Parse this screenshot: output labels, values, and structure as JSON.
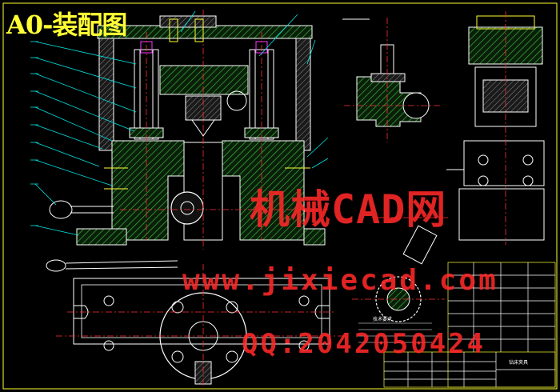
{
  "drawing": {
    "title": "A0-装配图",
    "colors": {
      "background": "#000000",
      "outline": "#ffffff",
      "hatch": "#3cb43c",
      "centerline": "#ff3030",
      "leader": "#00e5e5",
      "accent": "#ffff33",
      "fastener": "#ff33ff",
      "frame": "#ffff33"
    }
  },
  "watermark": {
    "line1": "机械CAD网",
    "line2": "www.jixiecad.com",
    "line3": "QQ:2042050424"
  },
  "title_block": {
    "notes_heading": "技术要求",
    "product": "钻床夹具"
  }
}
